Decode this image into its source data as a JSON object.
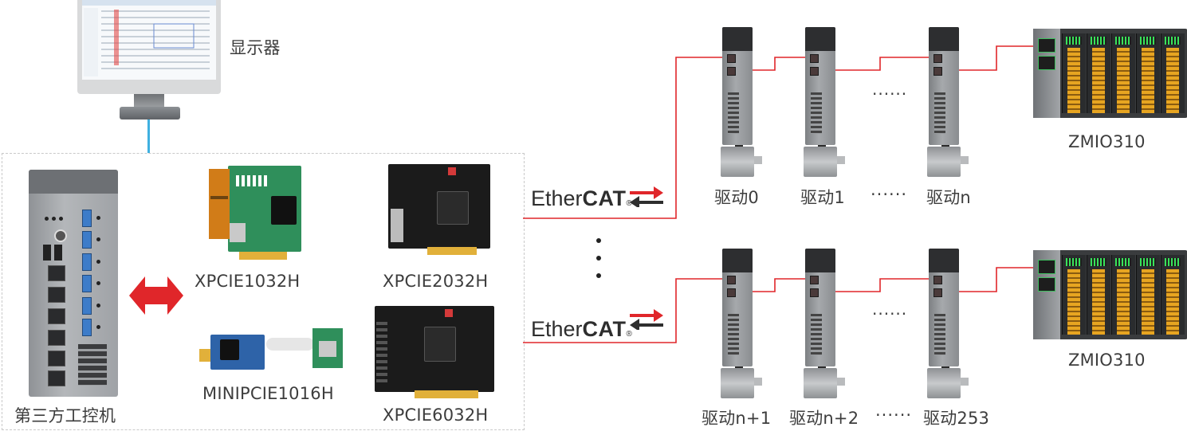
{
  "monitor": {
    "label": "显示器"
  },
  "host": {
    "label": "第三方工控机"
  },
  "cards": {
    "xpcie1032h": "XPCIE1032H",
    "xpcie2032h": "XPCIE2032H",
    "minipcie1016h": "MINIPCIE1016H",
    "xpcie6032h": "XPCIE6032H"
  },
  "ethercat": {
    "brand_light": "Ether",
    "brand_bold": "CAT",
    "mark": "®"
  },
  "chain1": {
    "drive_a": "驱动0",
    "drive_b": "驱动1",
    "ellipsis_label": "······",
    "drive_c": "驱动n",
    "io": "ZMIO310"
  },
  "chain2": {
    "drive_a": "驱动n+1",
    "drive_b": "驱动n+2",
    "ellipsis_label": "······",
    "drive_c": "驱动253",
    "io": "ZMIO310"
  },
  "gap_dots": "······",
  "colors": {
    "link_red": "#e0262a",
    "link_blue": "#3fb0e0",
    "arrow_red": "#e0262a"
  }
}
